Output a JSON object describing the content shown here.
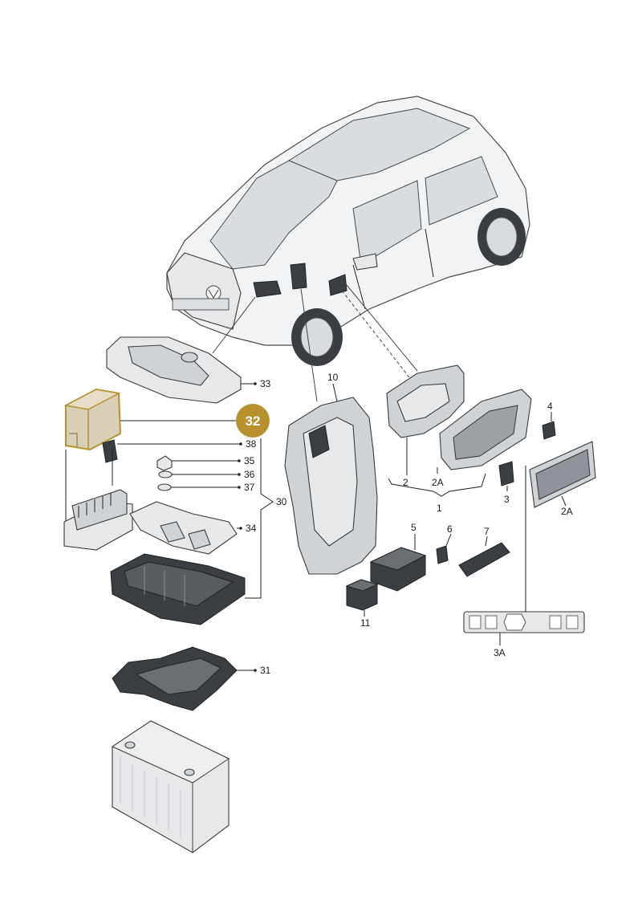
{
  "highlight_color": "#b8912f",
  "callouts": {
    "c1": "1",
    "c2": "2",
    "c2a_top": "2A",
    "c2a_right": "2A",
    "c3": "3",
    "c3a": "3A",
    "c4": "4",
    "c5": "5",
    "c6": "6",
    "c7": "7",
    "c10": "10",
    "c11": "11",
    "c30": "30",
    "c31": "31",
    "c32": "32",
    "c33": "33",
    "c34": "34",
    "c35": "35",
    "c36": "36",
    "c37": "37",
    "c38": "38"
  },
  "icons": {
    "car": "car-illustration",
    "battery": "battery-illustration",
    "relay": "relay-illustration",
    "fuse": "fuse-illustration"
  }
}
